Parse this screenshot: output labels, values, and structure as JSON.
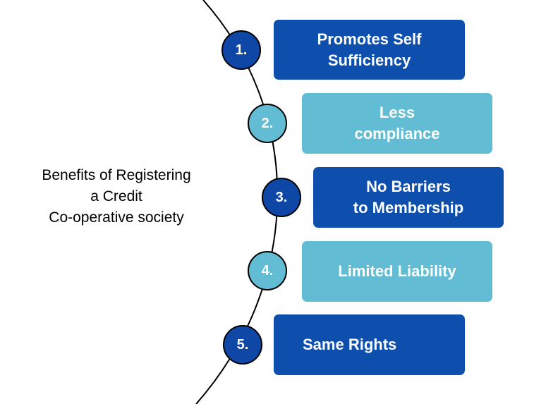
{
  "colors": {
    "dark_blue": "#0e4fae",
    "light_blue": "#62bcd3",
    "arc_line": "#000000"
  },
  "center_label": {
    "line1": "Benefits of Registering",
    "line2": "a Credit",
    "line3": "Co-operative society"
  },
  "items": [
    {
      "number": "1.",
      "line1": "Promotes Self",
      "line2": "Sufficiency",
      "style": "dark"
    },
    {
      "number": "2.",
      "line1": "Less",
      "line2": "compliance",
      "style": "light"
    },
    {
      "number": "3.",
      "line1": "No Barriers",
      "line2": "to Membership",
      "style": "dark"
    },
    {
      "number": "4.",
      "line1": "Limited Liability",
      "line2": "",
      "style": "light"
    },
    {
      "number": "5.",
      "line1": "Same Rights",
      "line2": "",
      "style": "dark"
    }
  ]
}
